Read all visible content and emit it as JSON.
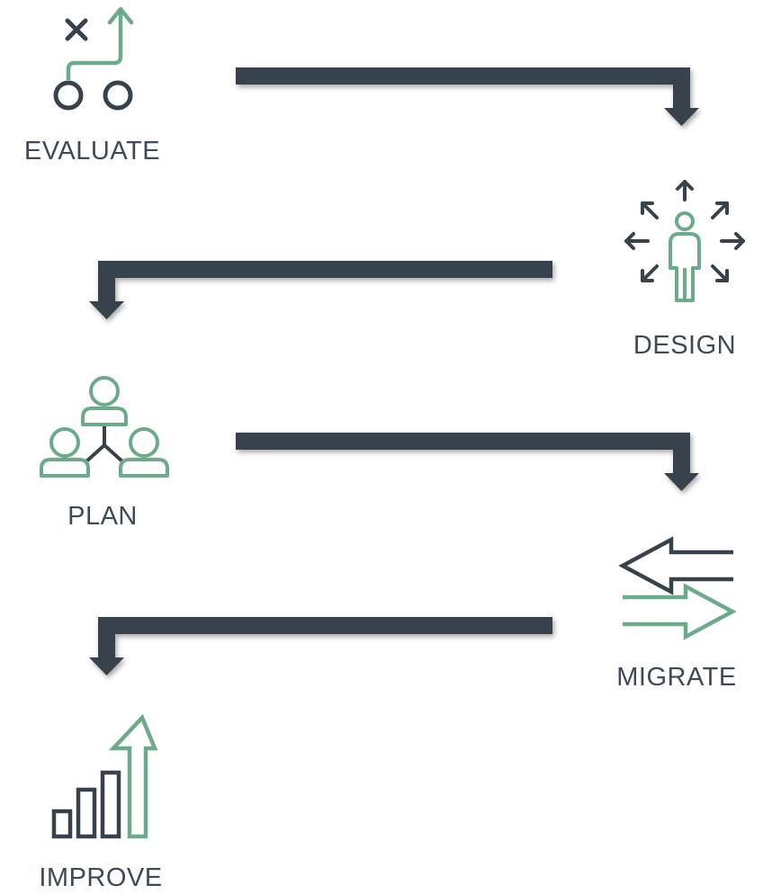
{
  "colors": {
    "dark": "#37424d",
    "green": "#6cab8a",
    "label": "#3d4a58"
  },
  "steps": [
    {
      "label": "EVALUATE",
      "icon": "strategy-play-icon"
    },
    {
      "label": "DESIGN",
      "icon": "person-expand-icon"
    },
    {
      "label": "PLAN",
      "icon": "team-hierarchy-icon"
    },
    {
      "label": "MIGRATE",
      "icon": "transfer-arrows-icon"
    },
    {
      "label": "IMPROVE",
      "icon": "growth-bars-icon"
    }
  ]
}
